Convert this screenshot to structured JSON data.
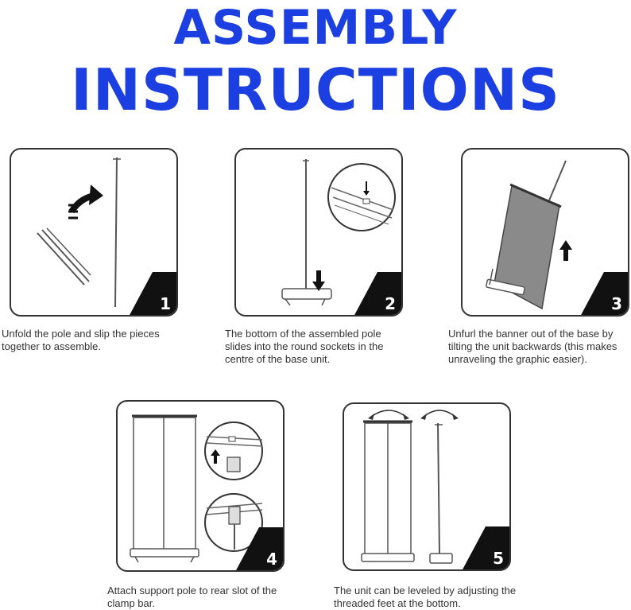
{
  "header": {
    "line1": "ASSEMBLY",
    "line2": "INSTRUCTIONS",
    "color": "#1b3fe0"
  },
  "steps": [
    {
      "number": "1",
      "caption": "Unfold the pole and slip the pieces together to assemble."
    },
    {
      "number": "2",
      "caption": "The bottom of the assembled pole slides into the round sockets in the centre of the base unit."
    },
    {
      "number": "3",
      "caption": "Unfurl the banner out of the base by tilting the unit backwards (this makes unraveling the graphic easier)."
    },
    {
      "number": "4",
      "caption": "Attach support pole to rear slot of the clamp bar."
    },
    {
      "number": "5",
      "caption": "The unit can be leveled by adjusting the threaded feet at the bottom."
    }
  ]
}
